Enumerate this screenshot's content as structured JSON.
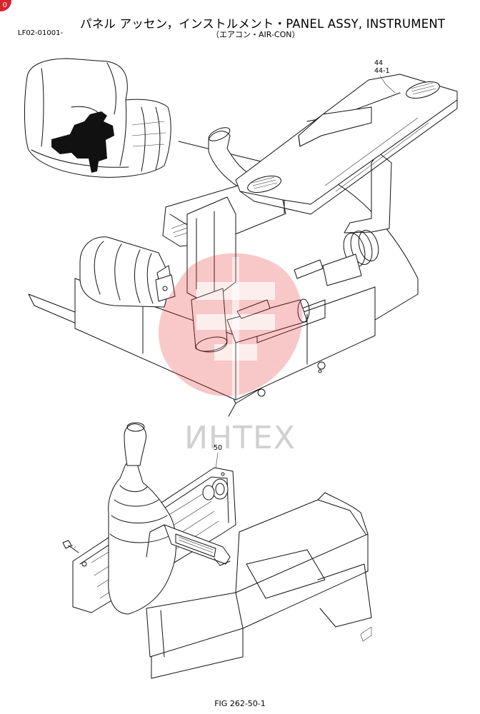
{
  "header": {
    "page_badge": "0",
    "title_main": "パネル アッセン，インストルメント・PANEL ASSY, INSTRUMENT",
    "title_sub": "（エアコン・AIR-CON）",
    "code": "LF02-01001-"
  },
  "callouts": {
    "top": [
      "44",
      "44-1"
    ],
    "bottom": "50"
  },
  "watermark": {
    "text": "ИНТЕХ",
    "color": "#e83a3a"
  },
  "footer": {
    "caption": "FIG 262-50-1"
  }
}
